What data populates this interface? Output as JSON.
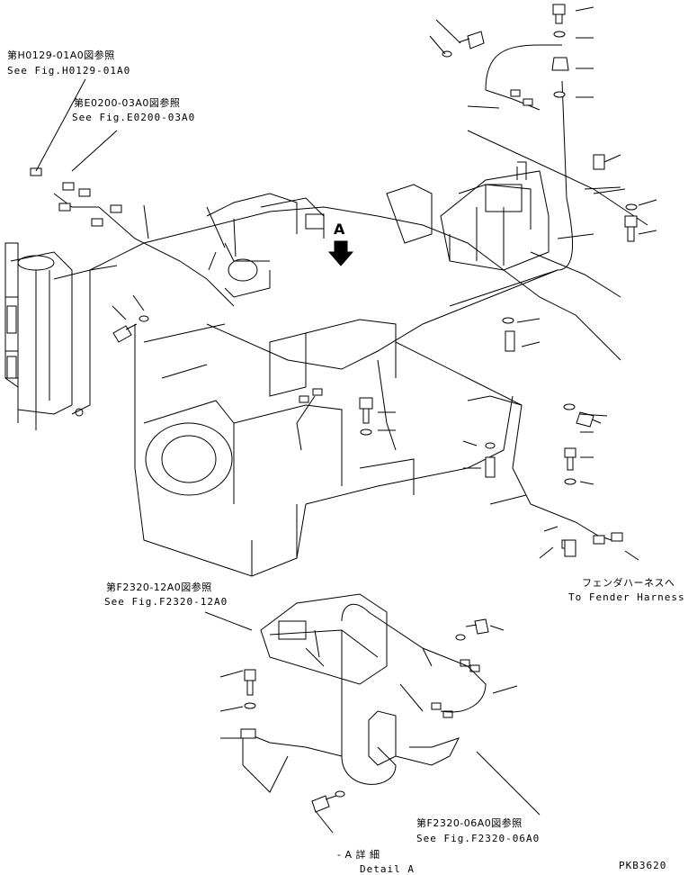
{
  "references": {
    "h0129_jp": "第H0129-01A0図参照",
    "h0129_en": "See Fig.H0129-01A0",
    "e0200_jp": "第E0200-03A0図参照",
    "e0200_en": "See Fig.E0200-03A0",
    "f2320_12_jp": "第F2320-12A0図参照",
    "f2320_12_en": "See Fig.F2320-12A0",
    "f2320_06_jp": "第F2320-06A0図参照",
    "f2320_06_en": "See Fig.F2320-06A0"
  },
  "fender": {
    "jp": "フェンダハーネスへ",
    "en": "To Fender Harness"
  },
  "detail": {
    "marker": "A",
    "jp": "- A 詳 細",
    "en": "Detail A"
  },
  "drawing_number": "PKB3620"
}
